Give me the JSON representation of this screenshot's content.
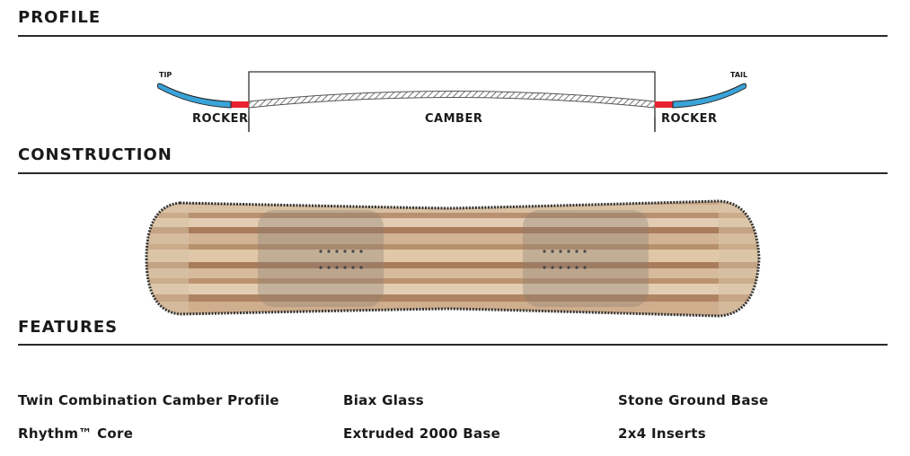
{
  "sections": {
    "profile": "PROFILE",
    "construction": "CONSTRUCTION",
    "features": "FEATURES"
  },
  "profile_diagram": {
    "tip_label": "TIP",
    "tail_label": "TAIL",
    "rocker_left_label": "ROCKER",
    "camber_label": "CAMBER",
    "rocker_right_label": "ROCKER",
    "colors": {
      "rocker": "#3aa3d8",
      "transition": "#e8232f",
      "camber_hatch": "#777777"
    }
  },
  "construction_diagram": {
    "wood_colors": [
      "#c9a88a",
      "#b89170",
      "#d9c0a2",
      "#a97c5b",
      "#e3cdb2"
    ],
    "insert_pattern": "2x4 insert grid"
  },
  "features": {
    "col1": [
      "Twin Combination Camber Profile",
      "Rhythm™ Core"
    ],
    "col2": [
      "Biax Glass",
      "Extruded 2000 Base"
    ],
    "col3": [
      "Stone Ground Base",
      "2x4 Inserts"
    ]
  }
}
